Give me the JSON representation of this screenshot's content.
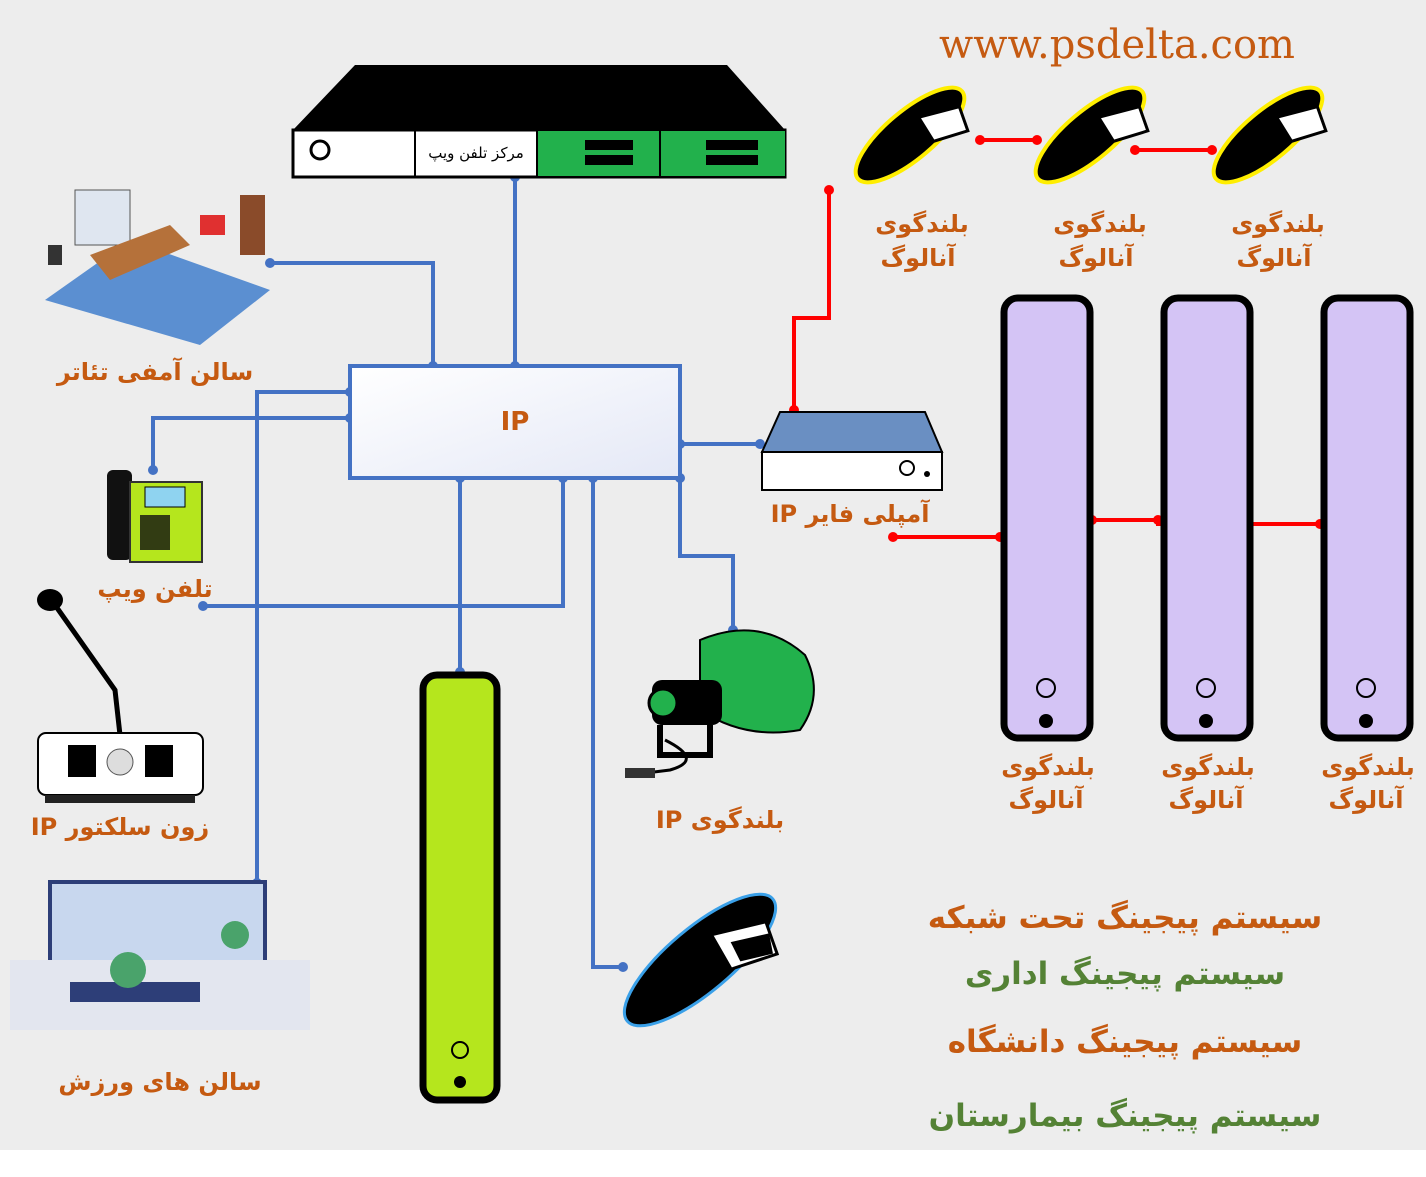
{
  "website": "www.psdelta.com",
  "colors": {
    "background": "#ededed",
    "network_line": "#4472c4",
    "analog_line": "#ff0000",
    "label_orange": "#c55a11",
    "label_green": "#548235",
    "column_speaker": "#d4c4f5",
    "ip_column": "#b5e61d",
    "switch_green": "#22b14c"
  },
  "switch": {
    "label": "مرکز تلفن ویپ"
  },
  "hub": {
    "label": "IP"
  },
  "devices": {
    "theater": "سالن آمفی تئاتر",
    "voip_phone": "تلفن ویپ",
    "zone_selector": "زون سلکتور IP",
    "sports_hall": "سالن های ورزش",
    "ip_speaker": "بلندگوی IP",
    "amplifier": "آمپلی فایر IP"
  },
  "analog_speaker_label": {
    "line1": "بلندگوی",
    "line2": "آنالوگ"
  },
  "headlines": [
    {
      "text": "سیستم پیجینگ تحت شبکه",
      "color": "#c55a11"
    },
    {
      "text": "سیستم پیجینگ اداری",
      "color": "#548235"
    },
    {
      "text": "سیستم پیجینگ دانشگاه",
      "color": "#c55a11"
    },
    {
      "text": "سیستم پیجینگ بیمارستان",
      "color": "#548235"
    }
  ]
}
